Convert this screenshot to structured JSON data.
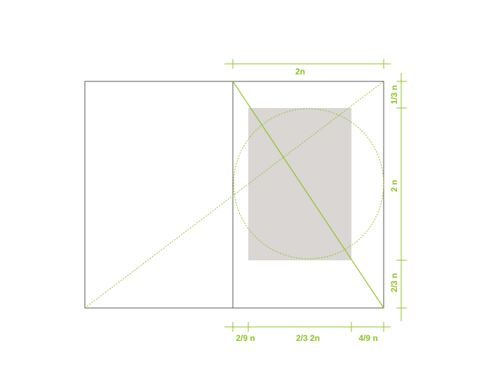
{
  "colors": {
    "page_outline": "#555555",
    "accent": "#8dc21f",
    "text_block": "#d9d6d3",
    "background": "#ffffff"
  },
  "labels": {
    "top_width": "2n",
    "right_top": "1/3 n",
    "right_middle": "2 n",
    "right_bottom": "2/3 n",
    "bottom_left": "2/9 n",
    "bottom_middle": "2/3 2n",
    "bottom_right": "4/9 n"
  }
}
